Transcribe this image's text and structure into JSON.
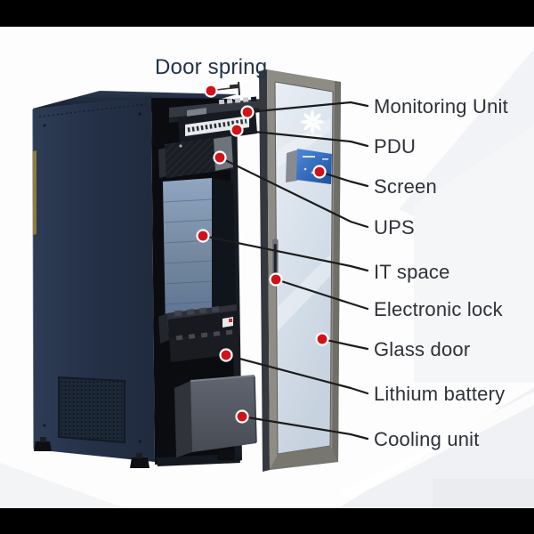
{
  "annotations": {
    "door_spring": "Door spring",
    "labels": [
      "Monitoring Unit",
      "PDU",
      "Screen",
      "UPS",
      "IT space",
      "Electronic lock",
      "Glass door",
      "Lithium battery",
      "Cooling unit"
    ]
  },
  "icons": {
    "door_logo": "huawei-flower-logo",
    "marker": "red-callout-dot"
  },
  "colors": {
    "marker_red": "#d01318",
    "callout_line": "#1c1c1c",
    "label_text": "#2e3237",
    "door_spring_text": "#20334a",
    "cabinet_navy": "#273449",
    "cabinet_interior": "#0a0c10",
    "it_space_blue": "#7a90ad",
    "glass_door_glass": "#dce5ef",
    "door_frame_gray": "#8d8d85",
    "screen_blue": "#2f6fc0",
    "cooling_unit_gray": "#565b62",
    "battery_black": "#17191e",
    "letterbox_black": "#000000",
    "background": "#ffffff"
  }
}
